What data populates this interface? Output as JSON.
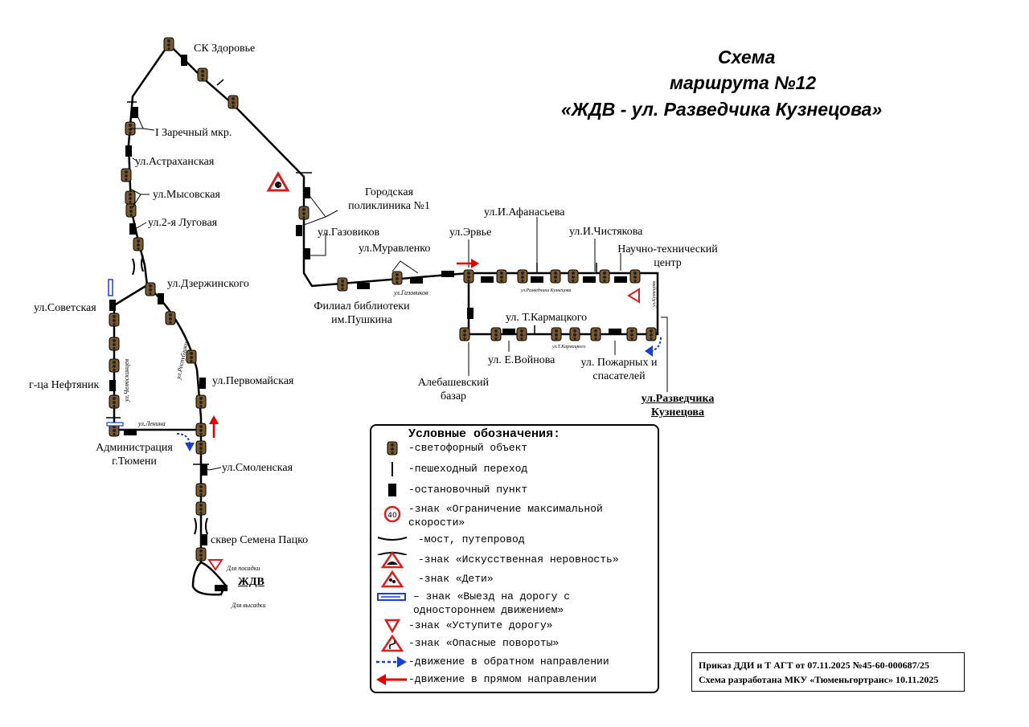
{
  "title": {
    "line1": "Схема",
    "line2": "маршрута №12",
    "line3": "«ЖДВ - ул. Разведчика Кузнецова»"
  },
  "stops": {
    "zdorovye": "СК Здоровье",
    "zarechny": "I Заречный мкр.",
    "astrakhanskaya": "ул.Астраханская",
    "mysovskaya": "ул.Мысовская",
    "lugovaya": "ул.2-я Луговая",
    "dzerzhinskogo": "ул.Дзержинского",
    "sovetskaya": "ул.Советская",
    "neftyanik": "г-ца Нефтяник",
    "administration": "Администрация г.Тюмени",
    "pervomayskaya": "ул.Первомайская",
    "smolenskaya": "ул.Смоленская",
    "patsko": "сквер Семена Пацко",
    "zhdv": "ЖДВ",
    "polyclinic": "Городская поликлиника №1",
    "gazovikov": "ул.Газовиков",
    "library": "Филиал библиотеки им.Пушкина",
    "muravlenko": "ул.Муравленко",
    "ervye": "ул.Эрвье",
    "afanasyeva": "ул.И.Афанасьева",
    "chistyakova": "ул.И.Чистякова",
    "science_center": "Научно-технический центр",
    "karmatskogo": "ул. Т.Кармацкого",
    "voynova": "ул. Е.Войнова",
    "firefighters": "ул. Пожарных и спасателей",
    "alebashevsky": "Алебашевский базар",
    "kuznetsova": "ул.Разведчика Кузнецова"
  },
  "street_labels": {
    "lenina": "ул.Ленина",
    "chelyuskintsev": "ул.Челюскинцев",
    "respubliki": "ул.Республики",
    "gazovikov_small": "ул.Газовиков",
    "razvedchika": "ул.Разведчика Кузнецова",
    "karmatskogo_small": "ул.Т.Кармацкого",
    "kuznetsova_vertical": "ул.Кузнецова",
    "boarding": "Для посадки",
    "alighting": "Для высадки"
  },
  "legend": {
    "title": "Условные обозначения:",
    "items": [
      {
        "icon": "traffic-light-icon",
        "text": "-светофорный объект"
      },
      {
        "icon": "crosswalk-icon",
        "text": "-пешеходный переход"
      },
      {
        "icon": "bus-stop-icon",
        "text": "-остановочный пункт"
      },
      {
        "icon": "speed-limit-icon",
        "sign": "40",
        "text": "-знак «Ограничение максимальной скорости»"
      },
      {
        "icon": "bridge-icon",
        "text": "-мост, путепровод"
      },
      {
        "icon": "speed-bump-sign-icon",
        "text": "-знак «Искусственная неровность»"
      },
      {
        "icon": "children-sign-icon",
        "text": "-знак «Дети»"
      },
      {
        "icon": "one-way-sign-icon",
        "text": "– знак «Выезд на дорогу с одностороннем движением»"
      },
      {
        "icon": "yield-sign-icon",
        "text": "-знак «Уступите дорогу»"
      },
      {
        "icon": "dangerous-curves-icon",
        "text": "-знак «Опасные повороты»"
      },
      {
        "icon": "reverse-direction-arrow-icon",
        "text": "-движение в обратном направлении"
      },
      {
        "icon": "forward-direction-arrow-icon",
        "text": "-движение в прямом направлении"
      }
    ]
  },
  "order": {
    "line1": "Приказ ДДИ и Т АГТ от 07.11.2025 №45-60-000687/25",
    "line2": "Схема разработана МКУ «Тюменьгортранс» 10.11.2025"
  },
  "colors": {
    "route": "#000000",
    "forward_arrow": "#e00000",
    "reverse_arrow": "#1a3fc8",
    "sign_red": "#d42020",
    "one_way_blue": "#1a3fc8"
  }
}
